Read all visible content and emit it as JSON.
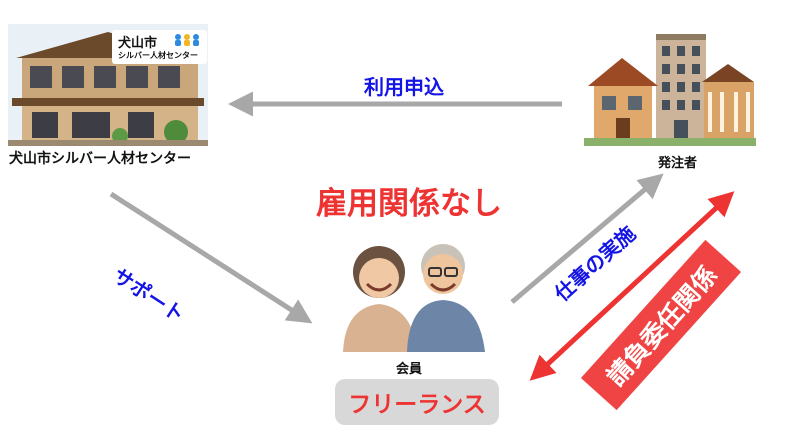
{
  "center_name": "犬山市シルバー人材センター",
  "logo": {
    "line1": "犬山市",
    "line2": "シルバー人材センター"
  },
  "client_label": "発注者",
  "member_label": "会員",
  "arrow_application": "利用申込",
  "arrow_support": "サポート",
  "arrow_work": "仕事の実施",
  "relation_none": "雇用関係なし",
  "relation_contract": "請負委任関係",
  "freelance": "フリーランス",
  "colors": {
    "blue": "#1414e6",
    "red": "#ee3333",
    "arrow_gray": "#a8a8a8",
    "pill_gray": "#d8d8d8"
  }
}
